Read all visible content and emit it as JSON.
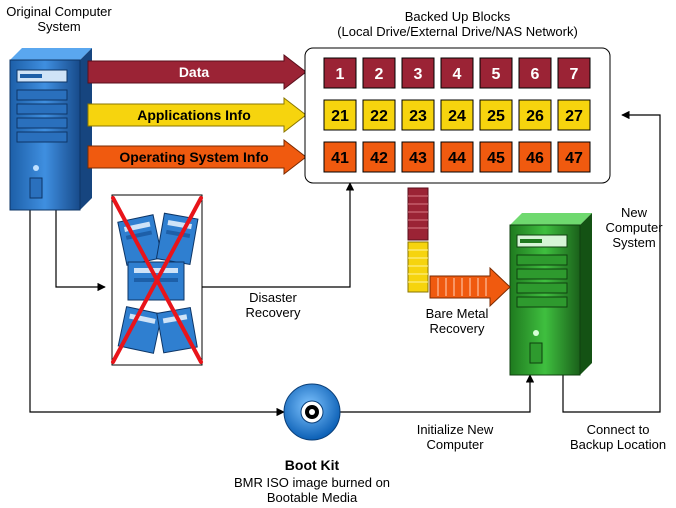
{
  "original_system": {
    "label": "Original Computer\nSystem"
  },
  "new_system": {
    "label": "New\nComputer\nSystem"
  },
  "backup": {
    "title": "Backed Up Blocks\n(Local Drive/External Drive/NAS Network)",
    "rows": [
      {
        "name": "data",
        "color": "#9b2335",
        "text_color": "#ffffff",
        "blocks": [
          "1",
          "2",
          "3",
          "4",
          "5",
          "6",
          "7"
        ]
      },
      {
        "name": "apps",
        "color": "#f6d40e",
        "text_color": "#000000",
        "blocks": [
          "21",
          "22",
          "23",
          "24",
          "25",
          "26",
          "27"
        ]
      },
      {
        "name": "os",
        "color": "#f05a0f",
        "text_color": "#000000",
        "blocks": [
          "41",
          "42",
          "43",
          "44",
          "45",
          "46",
          "47"
        ]
      }
    ]
  },
  "arrows": {
    "data": "Data",
    "apps": "Applications Info",
    "os": "Operating System Info"
  },
  "labels": {
    "disaster": "Disaster\nRecovery",
    "bare_metal": "Bare Metal\nRecovery",
    "initialize": "Initialize New\nComputer",
    "connect": "Connect to\nBackup Location"
  },
  "boot_kit": {
    "title": "Boot Kit",
    "subtitle": "BMR ISO image burned on\nBootable Media"
  }
}
